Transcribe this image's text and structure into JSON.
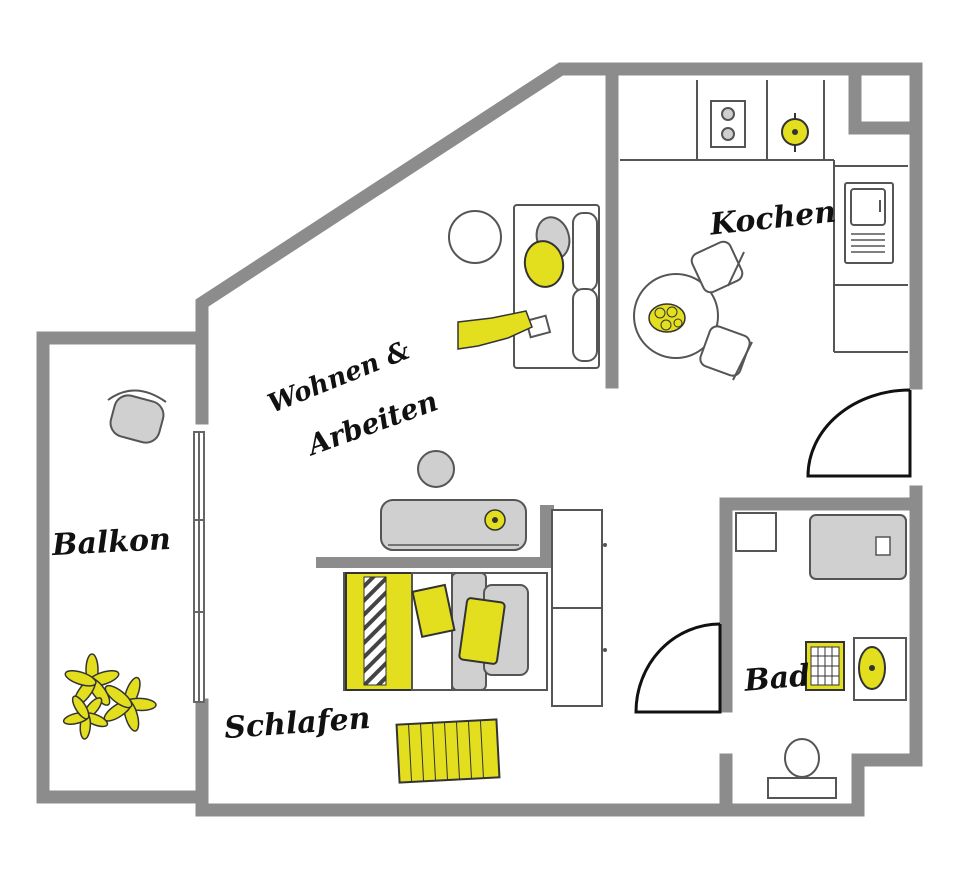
{
  "rooms": {
    "balkon": "Balkon",
    "wohnen_line1": "Wohnen &",
    "wohnen_line2": "Arbeiten",
    "kochen": "Kochen",
    "schlafen": "Schlafen",
    "bad": "Bad"
  },
  "colors": {
    "wall": "#8c8c8c",
    "accent": "#e3df1f",
    "furniture": "#d0d0d0",
    "line": "#555555"
  }
}
